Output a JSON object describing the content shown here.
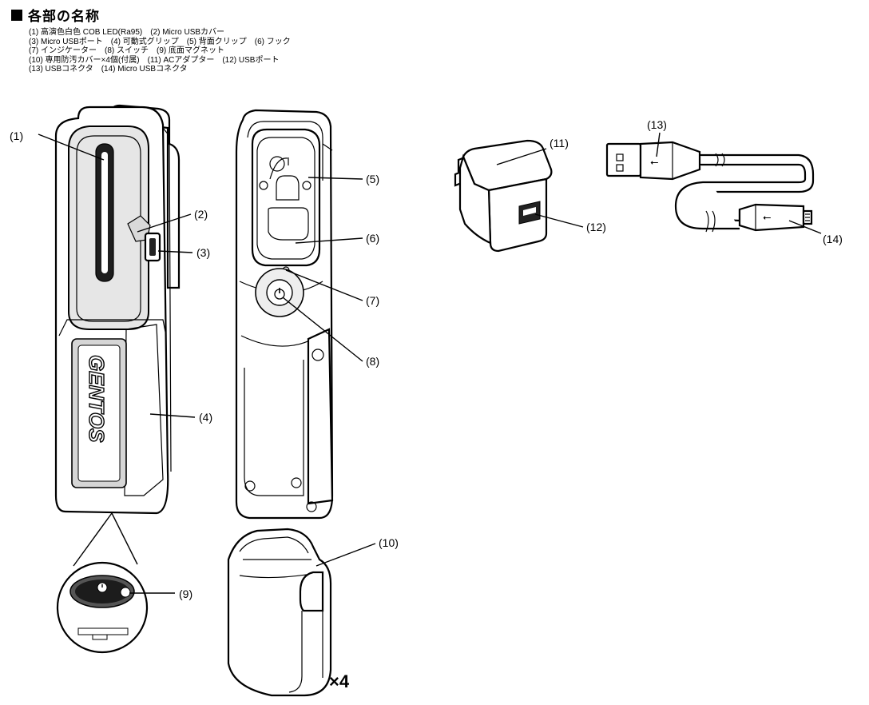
{
  "header": {
    "title": "各部の名称",
    "lines": [
      "(1) 高演色白色 COB LED(Ra95)　(2) Micro USBカバー",
      "(3) Micro USBポート　(4) 可動式グリップ　(5) 背面クリップ　(6) フック",
      "(7) インジケーター　(8) スイッチ　(9) 底面マグネット",
      "(10) 専用防汚カバー×4個(付属)　(11) ACアダプター　(12) USBポート",
      "(13) USBコネクタ　(14) Micro USBコネクタ"
    ]
  },
  "callouts": {
    "c1": "(1)",
    "c2": "(2)",
    "c3": "(3)",
    "c4": "(4)",
    "c5": "(5)",
    "c6": "(6)",
    "c7": "(7)",
    "c8": "(8)",
    "c9": "(9)",
    "c10": "(10)",
    "c11": "(11)",
    "c12": "(12)",
    "c13": "(13)",
    "c14": "(14)"
  },
  "product_logo": "GENTOS",
  "cover_quantity": "×4",
  "icons": {
    "power": "power-icon",
    "usb": "usb-trident-icon"
  }
}
